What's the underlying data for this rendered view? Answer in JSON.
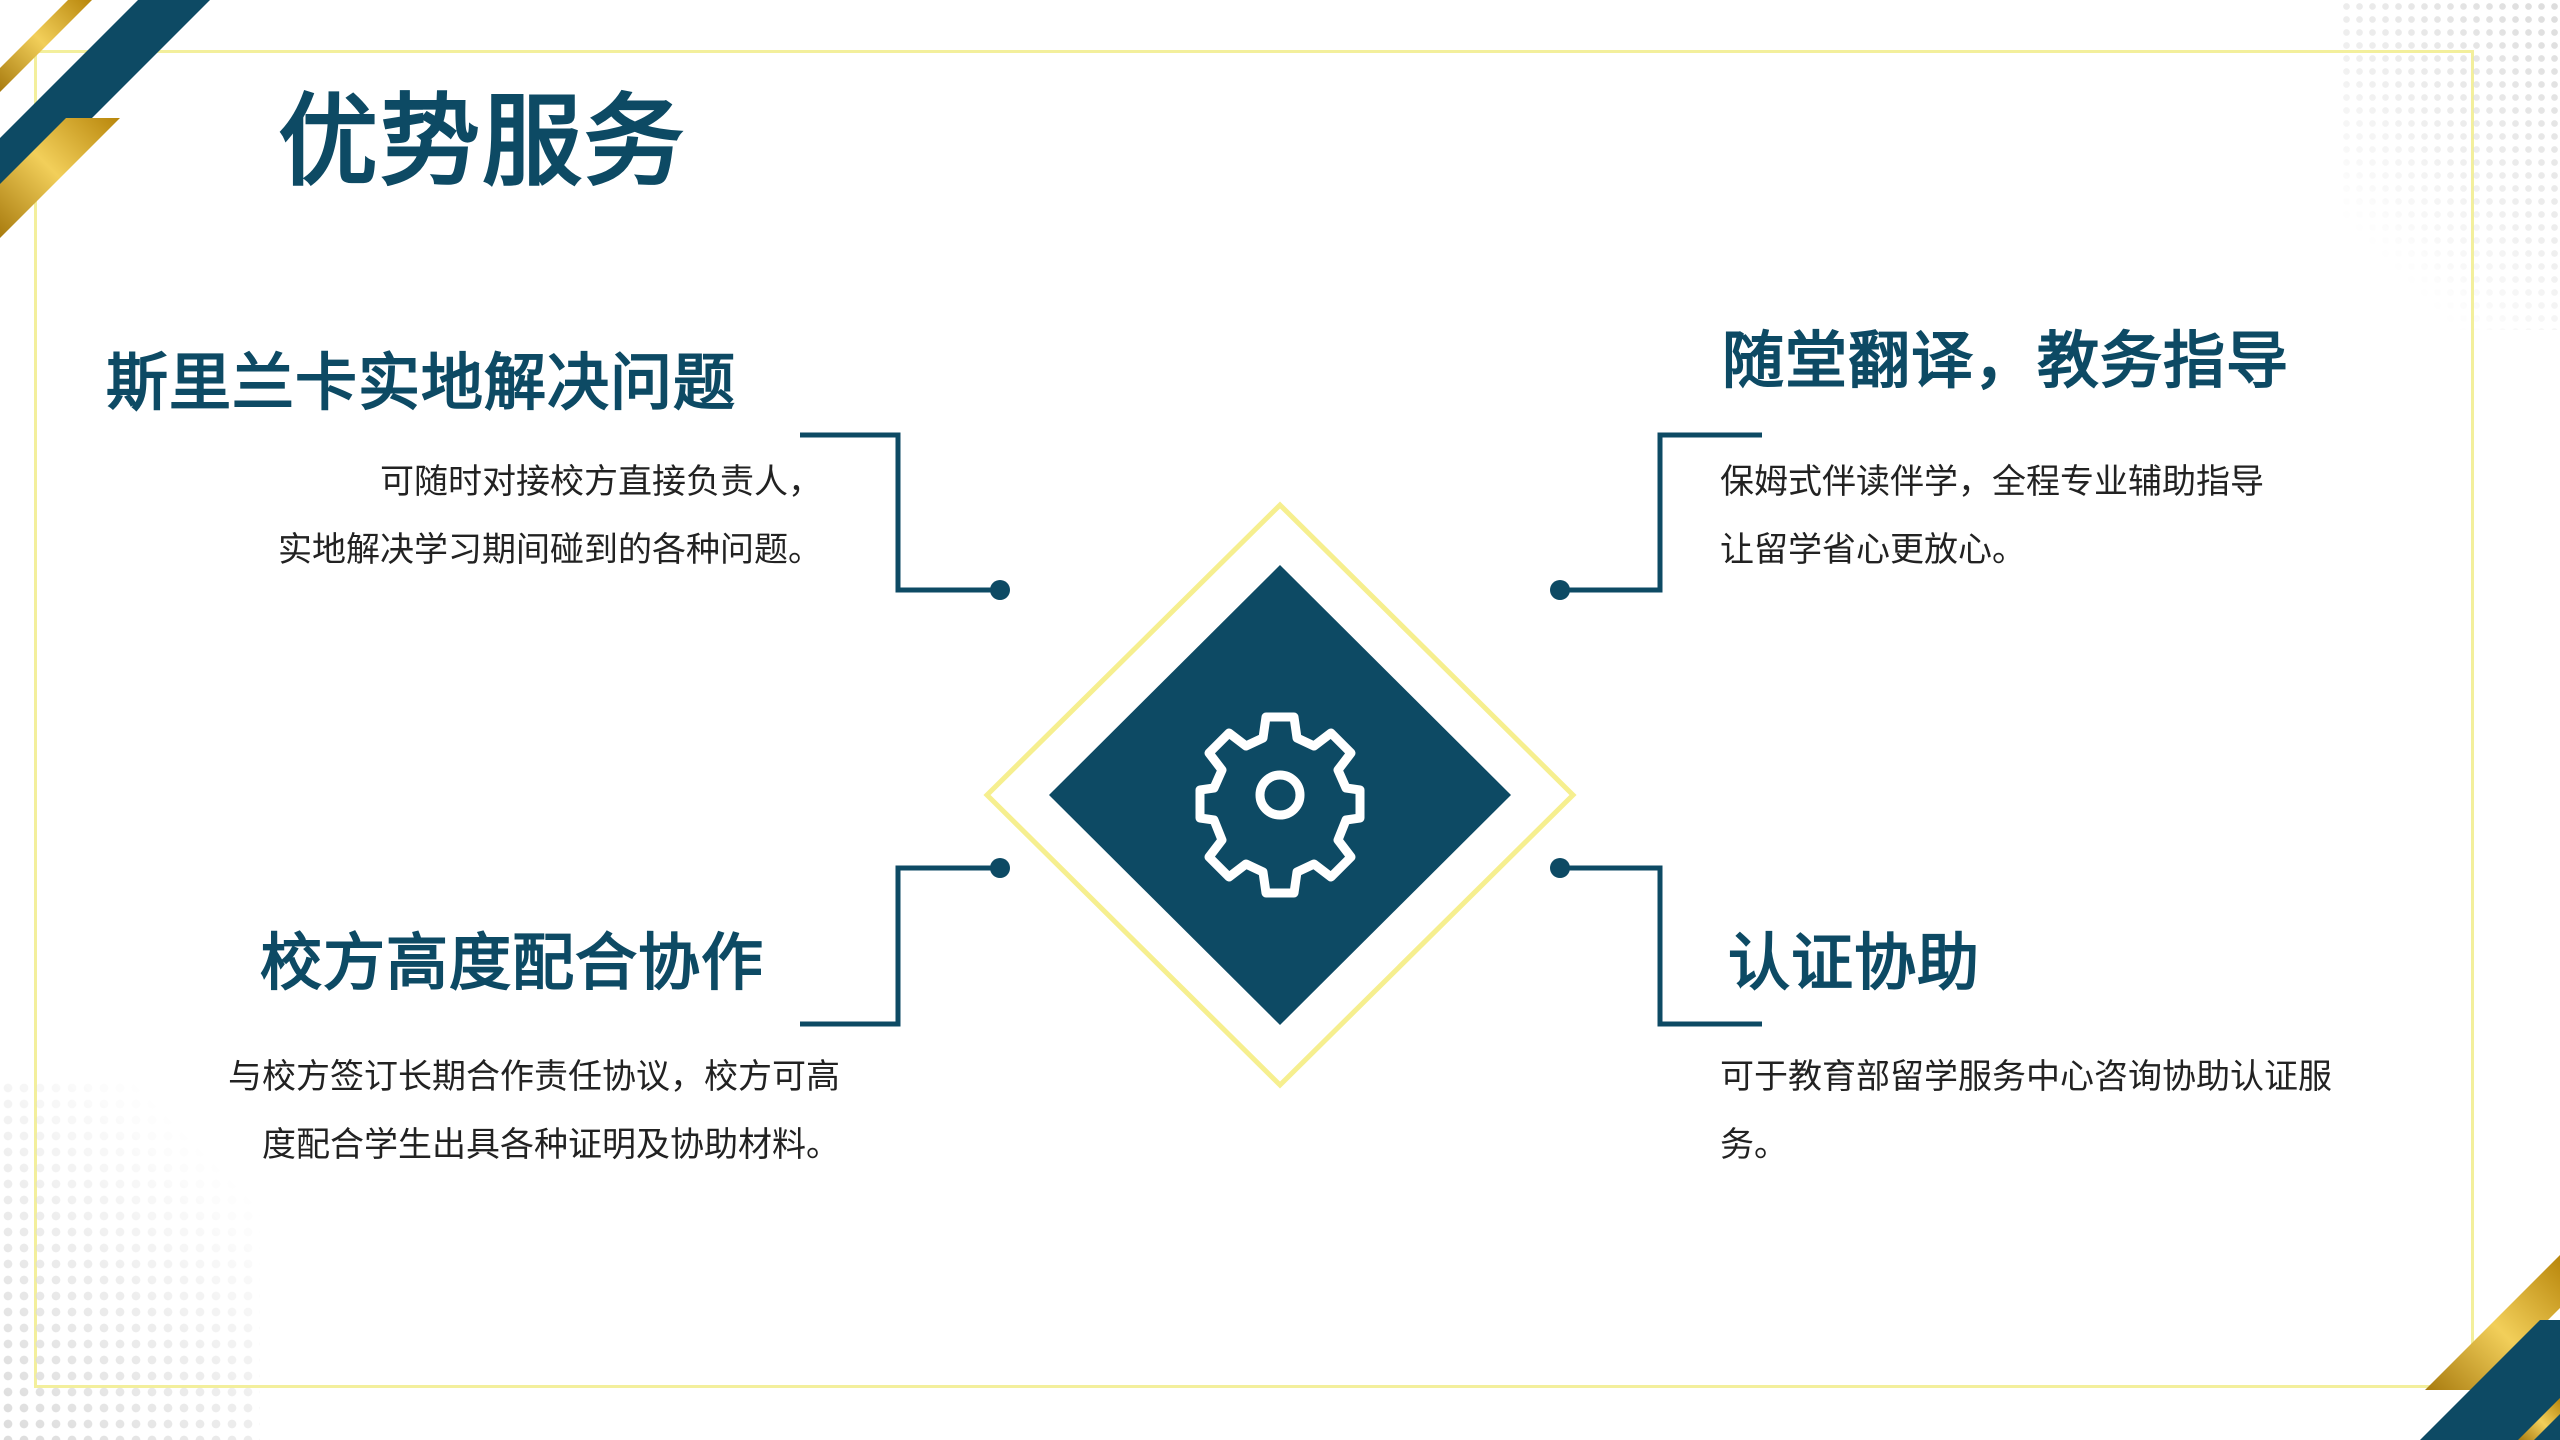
{
  "title": "优势服务",
  "colors": {
    "primary": "#0d4a64",
    "accent_yellow": "#f6ef8f",
    "gold": "#d4a21b",
    "text": "#222222"
  },
  "center_icon": "gear-icon",
  "features": [
    {
      "heading": "斯里兰卡实地解决问题",
      "lines": [
        "可随时对接校方直接负责人，",
        "实地解决学习期间碰到的各种问题。"
      ]
    },
    {
      "heading": "随堂翻译，教务指导",
      "lines": [
        "保姆式伴读伴学，全程专业辅助指导",
        "让留学省心更放心。"
      ]
    },
    {
      "heading": "校方高度配合协作",
      "lines": [
        "与校方签订长期合作责任协议，校方可高",
        "度配合学生出具各种证明及协助材料。"
      ]
    },
    {
      "heading": "认证协助",
      "lines": [
        "可于教育部留学服务中心咨询协助认证服",
        "务。"
      ]
    }
  ]
}
